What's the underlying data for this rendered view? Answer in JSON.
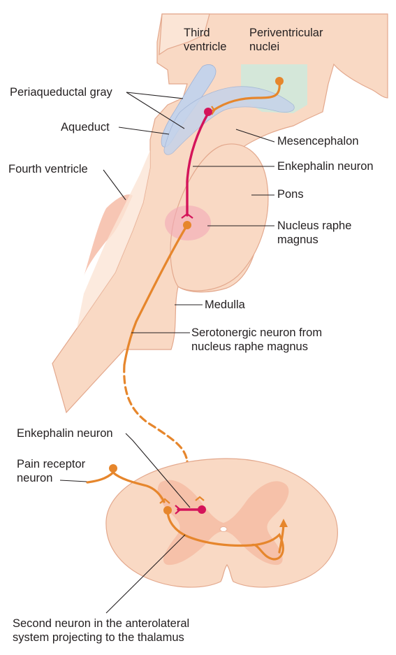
{
  "labels": {
    "third_ventricle": [
      "Third",
      "ventricle"
    ],
    "periventricular_nuclei": [
      "Periventricular",
      "nuclei"
    ],
    "periaqueductal_gray": "Periaqueductal gray",
    "aqueduct": "Aqueduct",
    "mesencephalon": "Mesencephalon",
    "fourth_ventricle": "Fourth ventricle",
    "enkephalin_neuron_brain": "Enkephalin neuron",
    "pons": "Pons",
    "nucleus_raphe_magnus": [
      "Nucleus raphe",
      "magnus"
    ],
    "medulla": "Medulla",
    "serotonergic_neuron": [
      "Serotonergic neuron from",
      "nucleus raphe magnus"
    ],
    "enkephalin_neuron_spinal": "Enkephalin neuron",
    "pain_receptor_neuron": [
      "Pain receptor",
      "neuron"
    ],
    "second_neuron": [
      "Second neuron in the anterolateral",
      "system projecting to the thalamus"
    ]
  },
  "colors": {
    "tissue": "#f9d9c4",
    "tissue_light": "#fbe5d6",
    "tissue_edge": "#e3a88d",
    "gray_matter": "#f4b39b",
    "aqueduct_blue": "#c5d3ea",
    "nucleus_green": "#cfe8dc",
    "raphe_pink": "#f1a9b8",
    "serotonergic_orange": "#e6862c",
    "enkephalin_crimson": "#d4145a",
    "leader_line": "#231f20"
  }
}
